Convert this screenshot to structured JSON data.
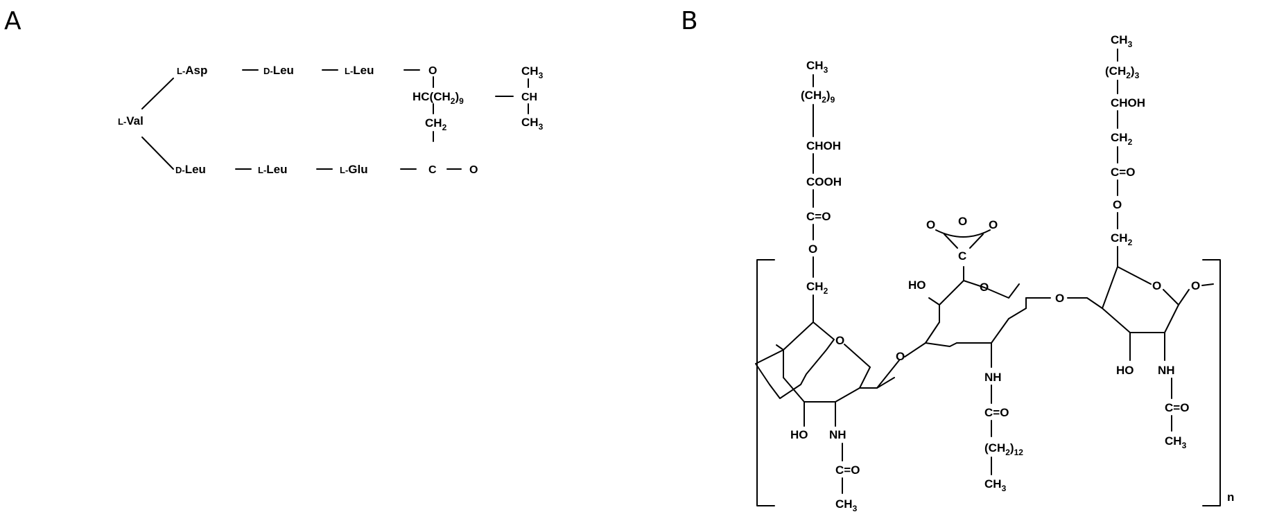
{
  "panels": {
    "a": "A",
    "b": "B"
  },
  "structure_a": {
    "l_val": "Val",
    "l_asp": "Asp",
    "d_leu_top": "Leu",
    "l_leu_top": "Leu",
    "l_glu": "Glu",
    "d_leu_bottom": "Leu",
    "l_leu_bottom": "Leu",
    "prefix_l": "L-",
    "prefix_d": "D-",
    "ring_o": "O",
    "ch3": "CH",
    "three": "3",
    "hc": "HC(CH",
    "two": "2",
    "nine": "9",
    "ch": "CH",
    "ch2": "CH",
    "carbon": "C",
    "o_end": "O"
  },
  "structure_b": {
    "ch3": "CH",
    "three": "3",
    "ch2_open": "(CH",
    "two": "2",
    "nine": "9",
    "twelve": "12",
    "three_sub": "3",
    "chohl": "CHOH",
    "chohr": "CHOH",
    "cooh": "COOH",
    "c_eq_o": "C=O",
    "o": "O",
    "ch2": "CH",
    "ho": "HO",
    "nh": "NH",
    "c": "C",
    "repeat_n": "n"
  }
}
